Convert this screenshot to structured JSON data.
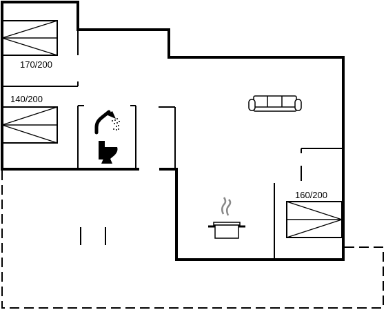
{
  "plan": {
    "beds": [
      {
        "id": "bed-1",
        "label": "170/200"
      },
      {
        "id": "bed-2",
        "label": "140/200"
      },
      {
        "id": "bed-3",
        "label": "160/200"
      }
    ],
    "icons": {
      "shower": "shower-icon",
      "toilet": "toilet-icon",
      "sofa": "sofa-icon",
      "cooking_pot": "cooking-pot-icon"
    },
    "colors": {
      "wall": "#000000",
      "background": "#ffffff"
    }
  }
}
